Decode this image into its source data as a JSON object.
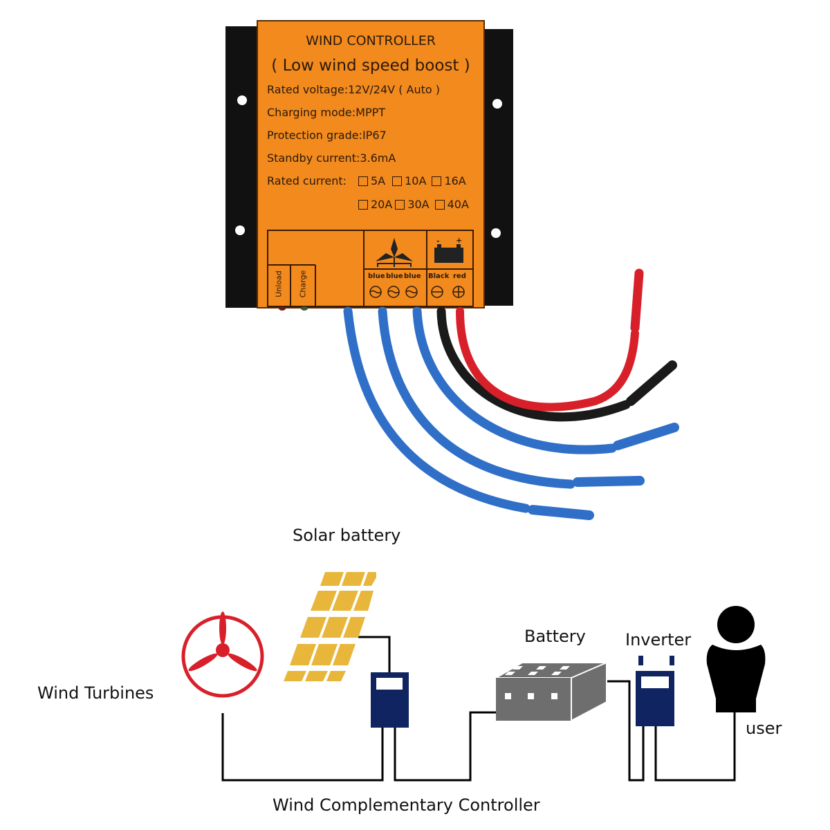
{
  "controller": {
    "title": "WIND CONTROLLER",
    "subtitle": "( Low wind speed boost )",
    "specs": [
      "Rated voltage:12V/24V ( Auto )",
      "Charging mode:MPPT",
      "Protection grade:IP67",
      "Standby current:3.6mA"
    ],
    "rated_current_label": "Rated current:",
    "rated_current_options": [
      "5A",
      "10A",
      "16A",
      "20A",
      "30A",
      "40A"
    ],
    "indicators": [
      "Unload",
      "Charge"
    ],
    "terminal_labels": [
      "blue",
      "blue",
      "blue",
      "Black",
      "red"
    ],
    "battery_signs": [
      "-",
      "+"
    ],
    "colors": {
      "plate": "#f28a1e",
      "housing": "#111111",
      "wire_blue": "#2f6fc8",
      "wire_black": "#1a1a1a",
      "wire_red": "#d8202a"
    }
  },
  "diagram": {
    "solar_label": "Solar battery",
    "wind_label": "Wind Turbines",
    "battery_label": "Battery",
    "inverter_label": "Inverter",
    "user_label": "user",
    "controller_label": "Wind Complementary Controller",
    "colors": {
      "solar": "#e8b63a",
      "controller": "#0f2460",
      "turbine": "#d8202a",
      "battery": "#6e6e6e",
      "user": "#000000",
      "line": "#000000"
    }
  }
}
